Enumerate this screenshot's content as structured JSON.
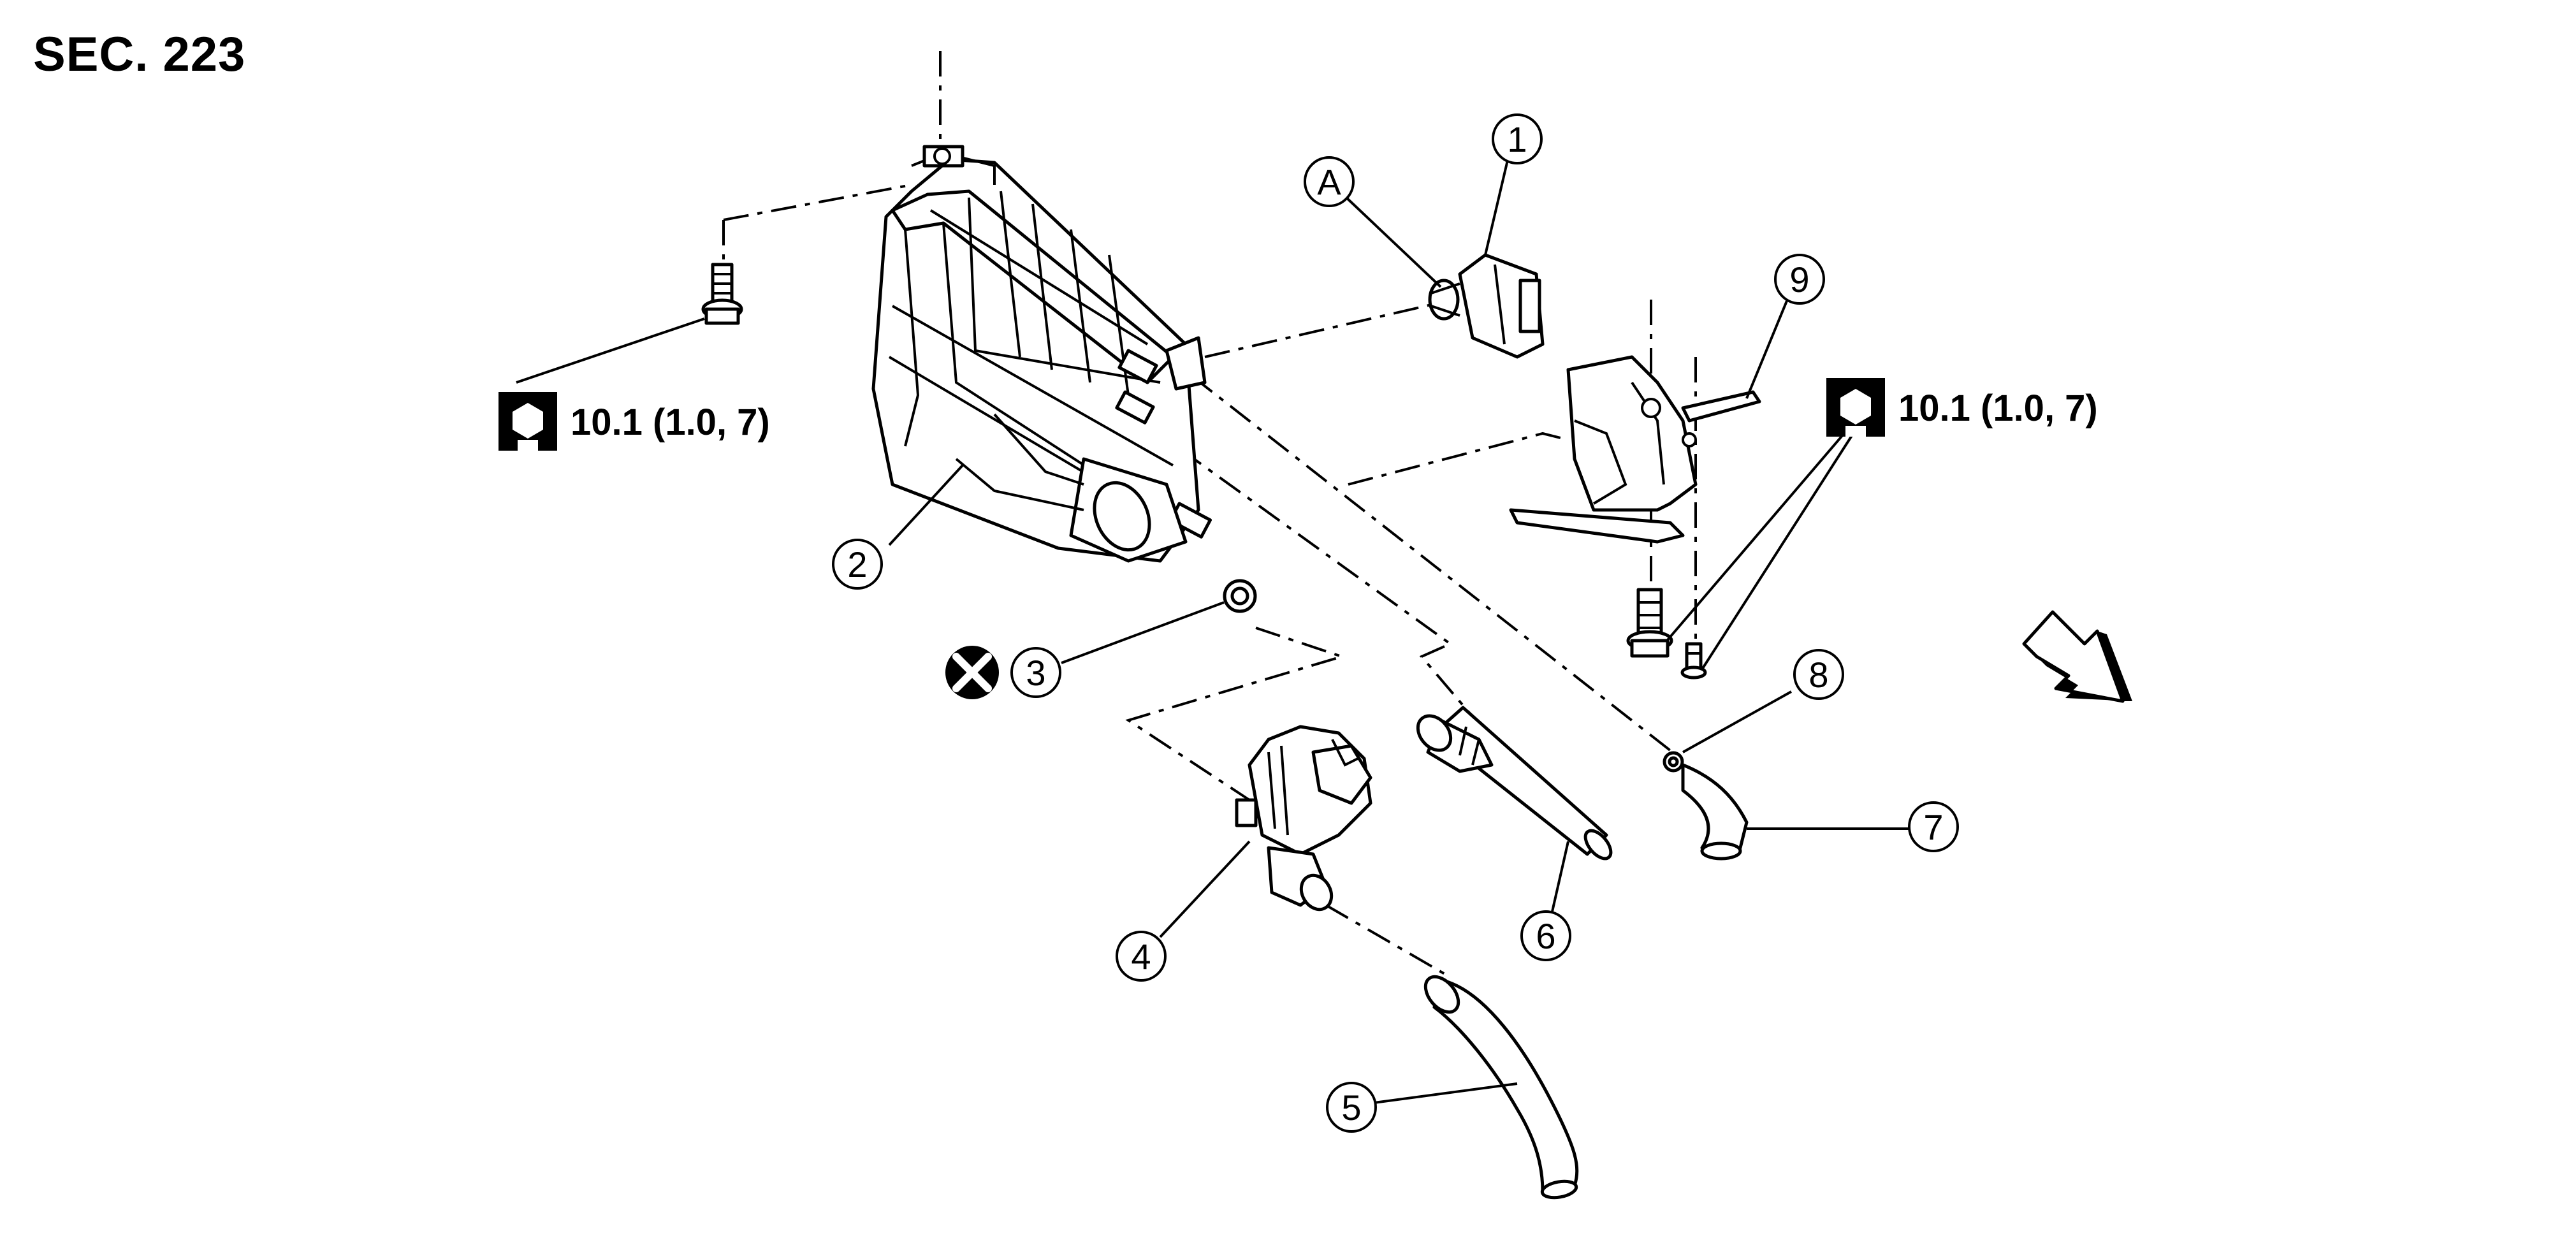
{
  "title": "SEC. 223",
  "callouts": [
    {
      "id": "1",
      "label": "1"
    },
    {
      "id": "2",
      "label": "2"
    },
    {
      "id": "3",
      "label": "3"
    },
    {
      "id": "4",
      "label": "4"
    },
    {
      "id": "5",
      "label": "5"
    },
    {
      "id": "6",
      "label": "6"
    },
    {
      "id": "7",
      "label": "7"
    },
    {
      "id": "8",
      "label": "8"
    },
    {
      "id": "9",
      "label": "9"
    },
    {
      "id": "A",
      "label": "A"
    }
  ],
  "torque_specs": [
    {
      "value": "10.1 (1.0, 7)",
      "icon": "wrench-bolt-icon"
    },
    {
      "value": "10.1 (1.0, 7)",
      "icon": "wrench-bolt-icon"
    }
  ],
  "symbols": {
    "do_not_reuse": "do-not-reuse-icon",
    "front": "front-arrow-icon"
  }
}
